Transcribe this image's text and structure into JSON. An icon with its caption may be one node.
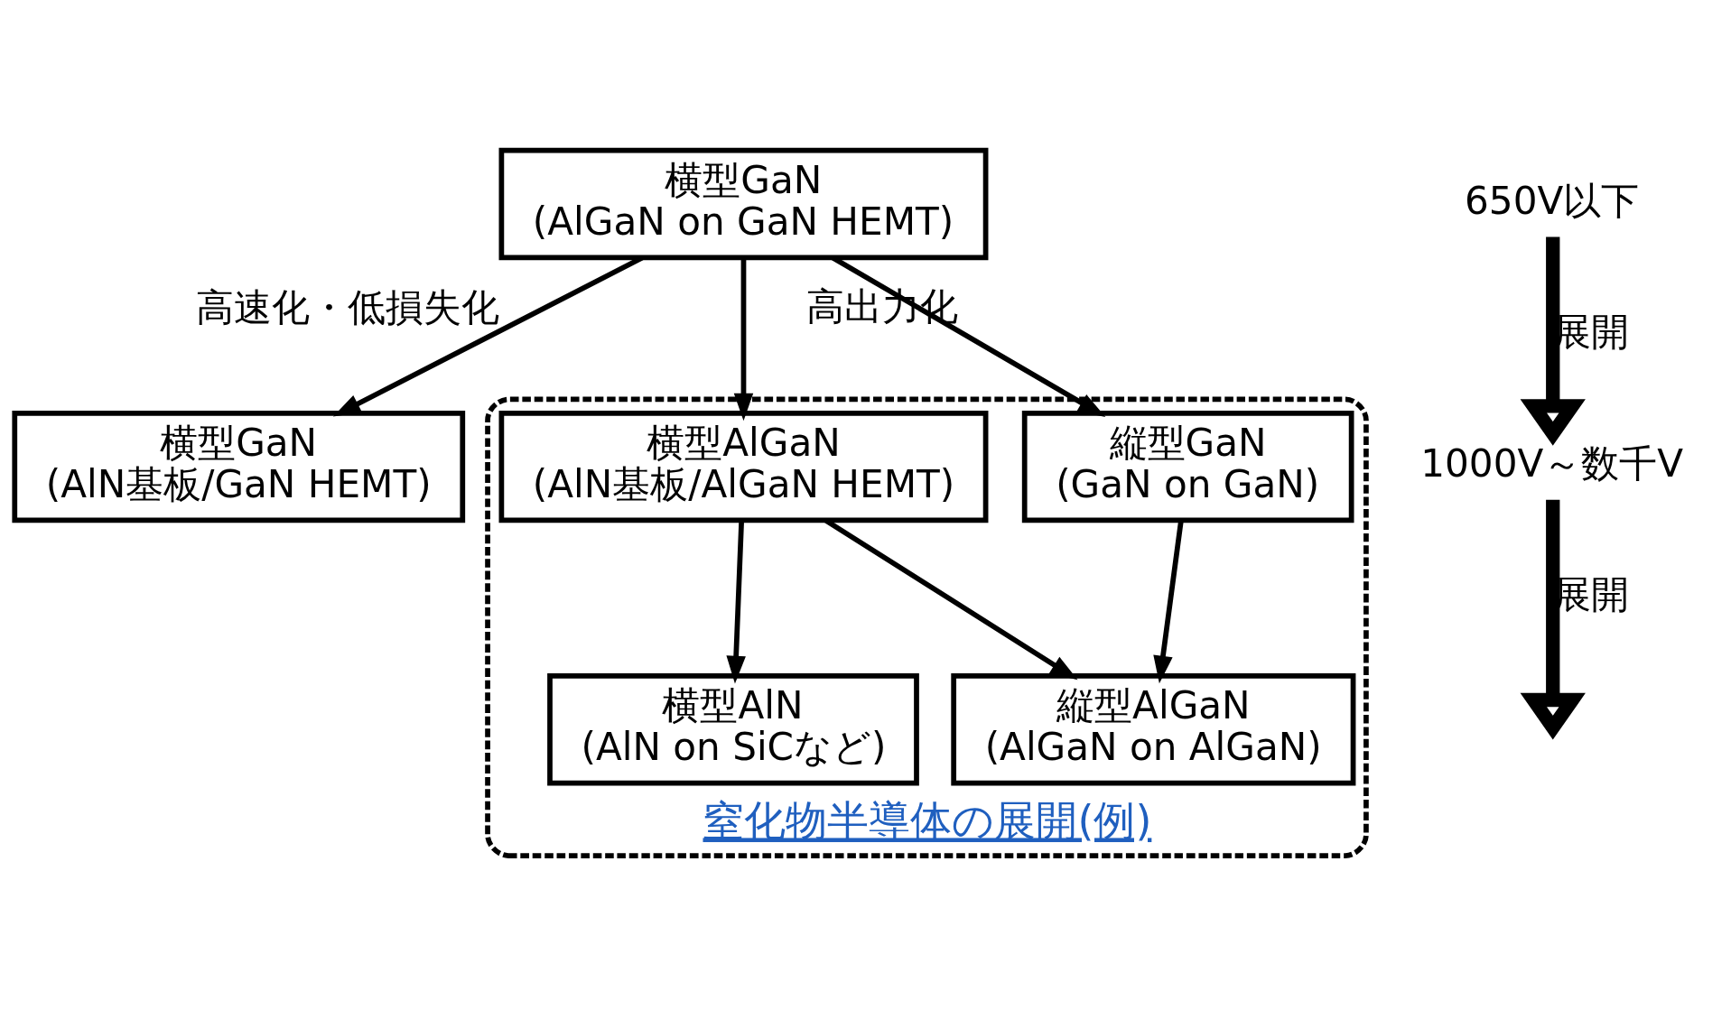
{
  "diagram": {
    "nodes": [
      {
        "text": [
          "横型GaN",
          "(AlGaN on GaN HEMT)"
        ]
      },
      {
        "text": [
          "横型GaN",
          "(AlN基板/GaN HEMT)"
        ]
      },
      {
        "text": [
          "窒化物半導体の展開(例)"
        ]
      },
      {
        "text": [
          "横型AlGaN",
          "(AlN基板/AlGaN HEMT)"
        ],
        "in": 2
      },
      {
        "text": [
          "縦型GaN",
          "(GaN on GaN)"
        ],
        "in": 2
      },
      {
        "text": [
          "横型AlN",
          "(AlN on SiCなど)"
        ],
        "in": 2
      },
      {
        "text": [
          "縦型AlGaN",
          "(AlGaN on AlGaN)"
        ],
        "in": 2
      },
      {
        "text": [
          "650V以下"
        ]
      },
      {
        "text": [
          "1000V～数千V"
        ]
      }
    ],
    "edges": [
      {
        "from": 0,
        "to": 1,
        "arrow": "to",
        "label": "高速化・低損失化"
      },
      {
        "from": 0,
        "to": 3,
        "arrow": "to"
      },
      {
        "from": 0,
        "to": 4,
        "arrow": "to",
        "label": "高出力化"
      },
      {
        "from": 3,
        "to": 5,
        "arrow": "to"
      },
      {
        "from": 3,
        "to": 6,
        "arrow": "to"
      },
      {
        "from": 4,
        "to": 6,
        "arrow": "to"
      },
      {
        "from": 7,
        "to": 8,
        "arrow": "to",
        "label": "展開",
        "style": "thick"
      },
      {
        "from": 8,
        "to": null,
        "arrow": "to",
        "label": "展開",
        "style": "thick"
      }
    ]
  }
}
